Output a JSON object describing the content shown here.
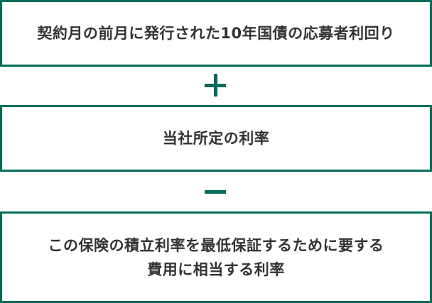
{
  "colors": {
    "accent": "#006B5B",
    "text": "#333333",
    "background": "#ffffff"
  },
  "formula": {
    "terms": [
      {
        "label": "契約月の前月に発行された10年国債の応募者利回り"
      },
      {
        "label": "当社所定の利率"
      },
      {
        "line1": "この保険の積立利率を最低保証するために要する",
        "line2": "費用に相当する利率"
      }
    ],
    "operators": [
      {
        "symbol": "+",
        "icon": "plus-icon"
      },
      {
        "symbol": "−",
        "icon": "minus-icon"
      }
    ]
  }
}
